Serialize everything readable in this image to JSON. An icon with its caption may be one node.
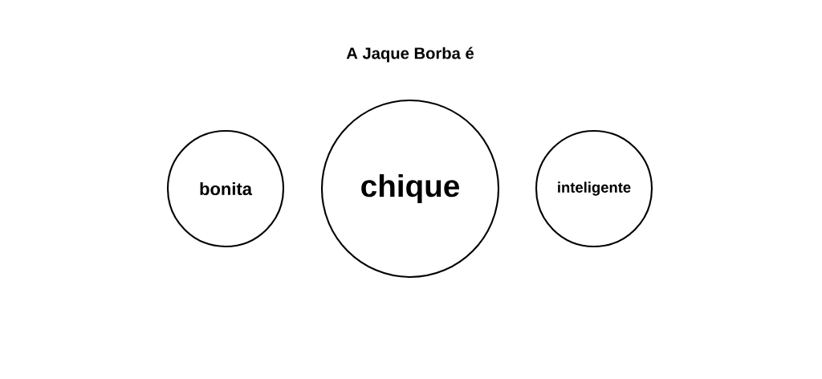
{
  "diagram": {
    "title": "A Jaque Borba é",
    "nodes": [
      {
        "text": [
          "bonita"
        ]
      },
      {
        "text": [
          "chique"
        ]
      },
      {
        "text": [
          "inteligente"
        ]
      }
    ]
  }
}
